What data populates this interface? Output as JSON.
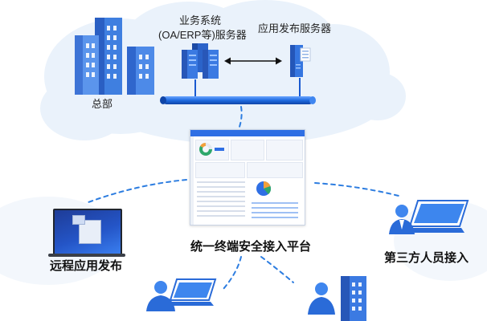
{
  "labels": {
    "business_system_line1": "业务系统",
    "business_system_line2": "(OA/ERP等)服务器",
    "app_publish_server": "应用发布服务器",
    "headquarters": "总部",
    "platform": "统一终端安全接入平台",
    "remote_app": "远程应用发布",
    "third_party": "第三方人员接入"
  },
  "colors": {
    "cloud": "#eaf2fb",
    "accent_blue": "#1f6be0",
    "dash_line": "#2d7de0"
  }
}
